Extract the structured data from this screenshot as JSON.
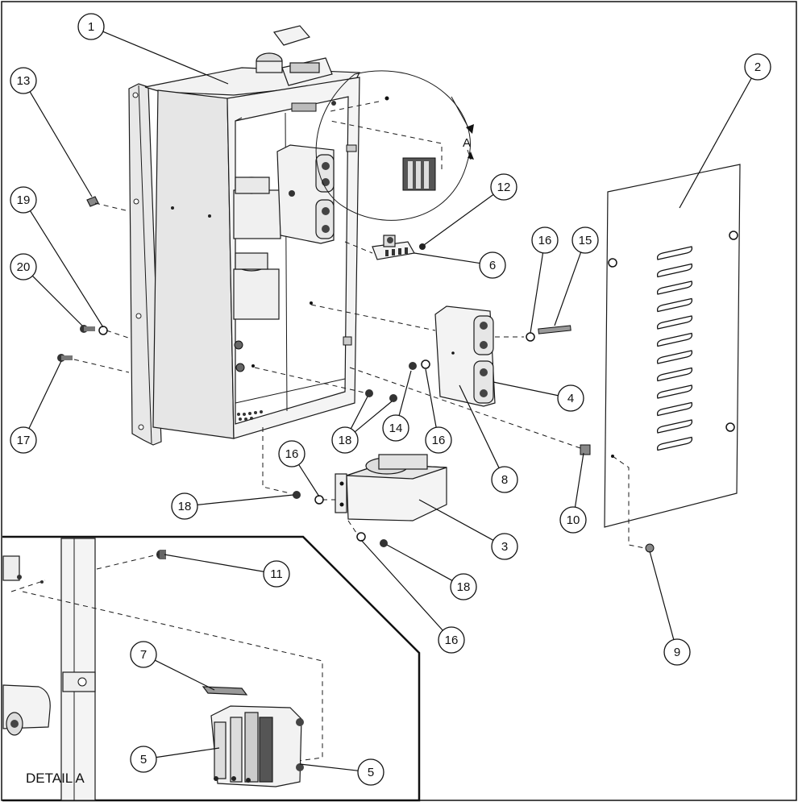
{
  "diagram": {
    "detail_label": "DETAIL A",
    "view_marker": "A",
    "callouts": [
      {
        "id": "c1",
        "label": "1"
      },
      {
        "id": "c2",
        "label": "2"
      },
      {
        "id": "c13",
        "label": "13"
      },
      {
        "id": "c12",
        "label": "12"
      },
      {
        "id": "c19",
        "label": "19"
      },
      {
        "id": "c20",
        "label": "20"
      },
      {
        "id": "c16a",
        "label": "16"
      },
      {
        "id": "c15",
        "label": "15"
      },
      {
        "id": "c6",
        "label": "6"
      },
      {
        "id": "c4",
        "label": "4"
      },
      {
        "id": "c17",
        "label": "17"
      },
      {
        "id": "c18a",
        "label": "18"
      },
      {
        "id": "c14",
        "label": "14"
      },
      {
        "id": "c16b",
        "label": "16"
      },
      {
        "id": "c8",
        "label": "8"
      },
      {
        "id": "c16c",
        "label": "16"
      },
      {
        "id": "c18b",
        "label": "18"
      },
      {
        "id": "c10",
        "label": "10"
      },
      {
        "id": "c3",
        "label": "3"
      },
      {
        "id": "c11",
        "label": "11"
      },
      {
        "id": "c18c",
        "label": "18"
      },
      {
        "id": "c16d",
        "label": "16"
      },
      {
        "id": "c9",
        "label": "9"
      },
      {
        "id": "c7",
        "label": "7"
      },
      {
        "id": "c5a",
        "label": "5"
      },
      {
        "id": "c5b",
        "label": "5"
      }
    ]
  }
}
